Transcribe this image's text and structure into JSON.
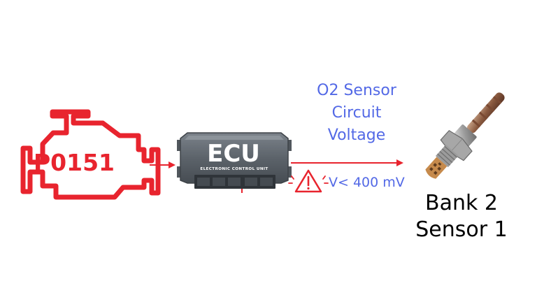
{
  "engine": {
    "code": "P0151",
    "icon": "check-engine-icon",
    "color": "#e8242e"
  },
  "ecu": {
    "title": "ECU",
    "subtitle": "ELECTRONIC CONTROL UNIT",
    "icon": "ecu-module-icon",
    "color": "#5a6168"
  },
  "signal": {
    "label_lines": [
      "O2 Sensor",
      "Circuit",
      "Voltage"
    ],
    "threshold": "V< 400 mV",
    "color": "#5369e6",
    "warning_icon": "warning-icon"
  },
  "sensor": {
    "icon": "oxygen-sensor-icon",
    "label_lines": [
      "Bank 2",
      "Sensor 1"
    ]
  },
  "arrow_color": "#e8242e"
}
